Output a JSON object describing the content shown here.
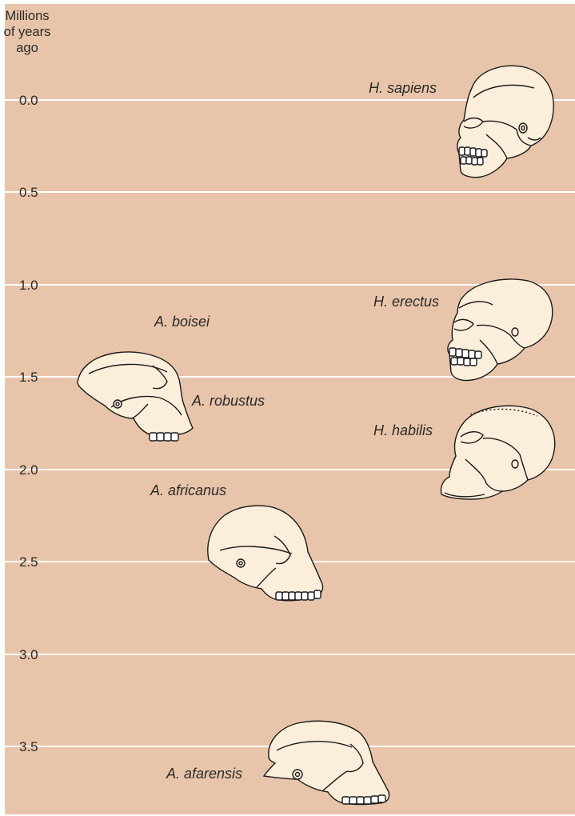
{
  "axis": {
    "title_lines": [
      "Millions",
      "of years",
      "ago"
    ],
    "ticks": [
      "0.0",
      "0.5",
      "1.0",
      "1.5",
      "2.0",
      "2.5",
      "3.0",
      "3.5"
    ]
  },
  "species": {
    "h_sapiens": "H. sapiens",
    "h_erectus": "H. erectus",
    "h_habilis": "H. habilis",
    "a_boisei": "A. boisei",
    "a_robustus": "A. robustus",
    "a_africanus": "A. africanus",
    "a_afarensis": "A. afarensis"
  },
  "colors": {
    "background": "#e8c5aa",
    "gridline": "#ffffff",
    "bone": "#fbeedb",
    "outline": "#1a1a1a"
  }
}
